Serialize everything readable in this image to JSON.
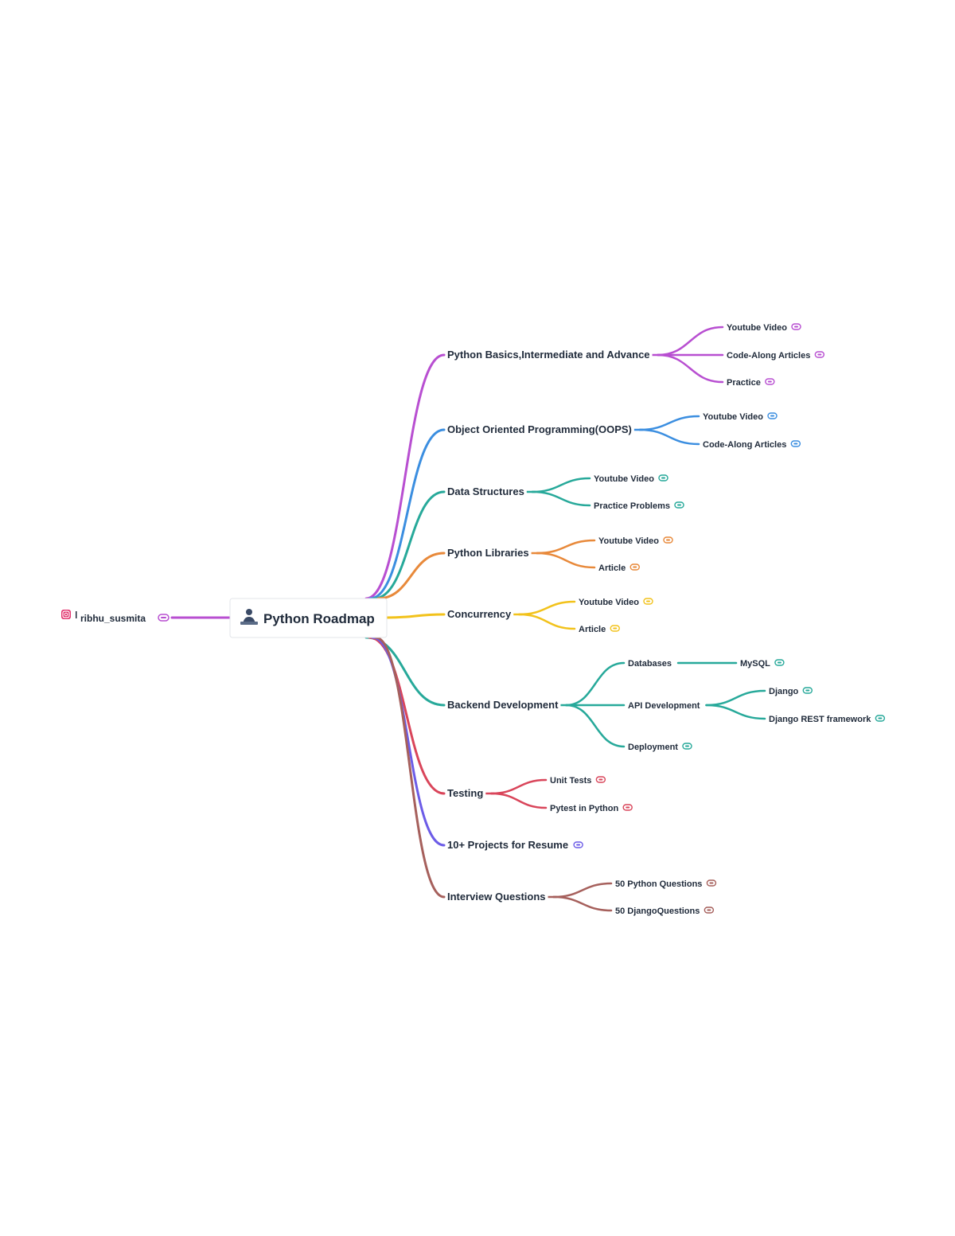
{
  "root": {
    "label": "Python Roadmap",
    "icon": "person-laptop-icon"
  },
  "handle": {
    "label": "ribhu_susmita",
    "icon": "instagram-icon",
    "color": "#b84fd1"
  },
  "branches": [
    {
      "label": "Python Basics,Intermediate and Advance",
      "color": "#b84fd1",
      "children": [
        {
          "label": "Youtube Video"
        },
        {
          "label": "Code-Along Articles"
        },
        {
          "label": "Practice"
        }
      ]
    },
    {
      "label": "Object Oriented Programming(OOPS)",
      "color": "#3b8ee0",
      "children": [
        {
          "label": "Youtube Video"
        },
        {
          "label": "Code-Along Articles"
        }
      ]
    },
    {
      "label": "Data Structures",
      "color": "#27a99a",
      "children": [
        {
          "label": "Youtube Video"
        },
        {
          "label": "Practice Problems"
        }
      ]
    },
    {
      "label": "Python Libraries",
      "color": "#e8893a",
      "children": [
        {
          "label": "Youtube Video"
        },
        {
          "label": "Article"
        }
      ]
    },
    {
      "label": "Concurrency",
      "color": "#f2c21b",
      "children": [
        {
          "label": "Youtube Video"
        },
        {
          "label": "Article"
        }
      ]
    },
    {
      "label": "Backend Development",
      "color": "#27a99a",
      "children": [
        {
          "label": "Databases",
          "children": [
            {
              "label": "MySQL"
            }
          ]
        },
        {
          "label": "API Development",
          "children": [
            {
              "label": "Django"
            },
            {
              "label": "Django REST framework"
            }
          ]
        },
        {
          "label": "Deployment"
        }
      ]
    },
    {
      "label": "Testing",
      "color": "#d9455a",
      "children": [
        {
          "label": "Unit Tests"
        },
        {
          "label": "Pytest in Python"
        }
      ]
    },
    {
      "label": "10+ Projects for Resume",
      "color": "#6c5ce7",
      "children": []
    },
    {
      "label": "Interview Questions",
      "color": "#a6605c",
      "children": [
        {
          "label": "50 Python Questions"
        },
        {
          "label": "50 DjangoQuestions"
        }
      ]
    }
  ]
}
